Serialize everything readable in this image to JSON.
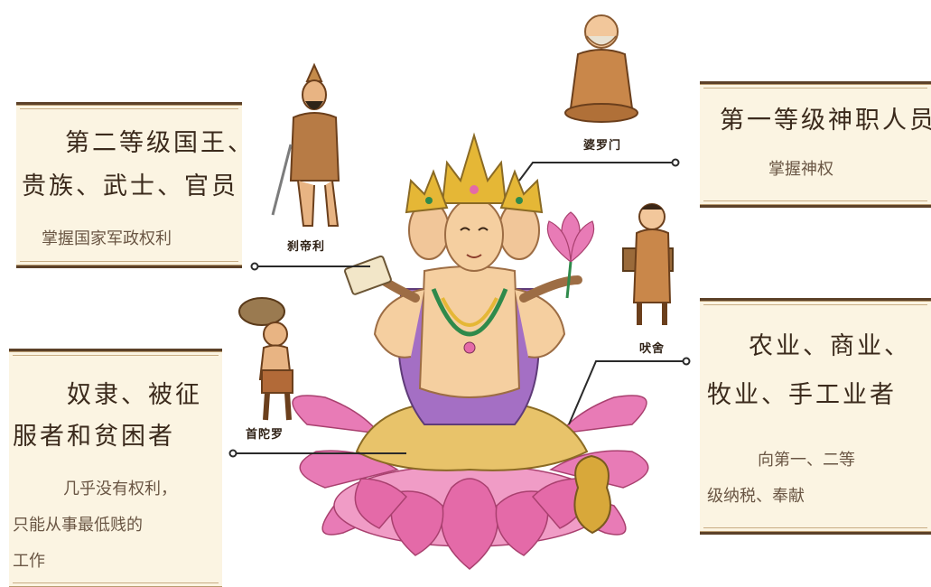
{
  "castes": {
    "brahmin": {
      "figure_label": "婆罗门",
      "title_line1": "第一等级神职人员",
      "desc_line1": "掌握神权"
    },
    "kshatriya": {
      "figure_label": "刹帝利",
      "title_line1": "第二等级国王、",
      "title_line2": "贵族、武士、官员",
      "desc_line1": "掌握国家军政权利"
    },
    "vaishya": {
      "figure_label": "吠舍",
      "title_line1": "农业、商业、",
      "title_line2": "牧业、手工业者",
      "desc_line1": "向第一、二等",
      "desc_line2": "级纳税、奉献"
    },
    "shudra": {
      "figure_label": "首陀罗",
      "title_line1": "奴隶、被征",
      "title_line2": "服者和贫困者",
      "desc_line1": "几乎没有权利，",
      "desc_line2": "只能从事最低贱的",
      "desc_line3": "工作"
    }
  },
  "colors": {
    "card_bg": "#fbf4e2",
    "card_border": "#5c4128",
    "lotus": "#e87bb6",
    "gold": "#e5b736",
    "robe_orange": "#c9874a",
    "connector": "#2a2a2a"
  }
}
